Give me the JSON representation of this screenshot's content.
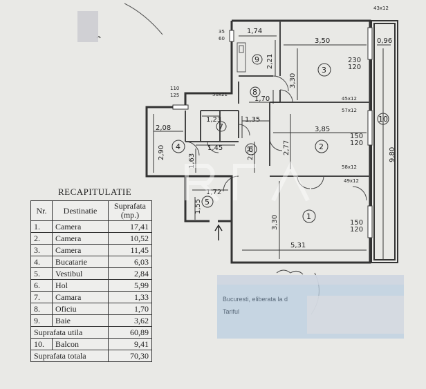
{
  "plan": {
    "dimensions": {
      "top_right": "43x12",
      "d_174": "1,74",
      "d_3560": "35\n60",
      "d_350": "3,50",
      "d_096": "0,96",
      "d_230_120": "230\n120",
      "d_221": "2,21",
      "d_330_top": "3,30",
      "d_110_125": "110\n125",
      "d_50x21": "50x21",
      "d_170": "1,70",
      "d_45x12": "45x12",
      "d_57x12": "57x12",
      "d_123": "1,23",
      "d_135": "1,35",
      "d_208": "2,08",
      "d_385": "3,85",
      "d_150_120_a": "150\n120",
      "d_980": "9,80",
      "d_290": "2,90",
      "d_145": "1,45",
      "d_163": "1,63",
      "d_271": "2,71",
      "d_277": "2,77",
      "d_58x12": "58x12",
      "d_49x12": "49x12",
      "d_172": "1,72",
      "d_155": "1,55",
      "d_330_bottom": "3,30",
      "d_150_120_b": "150\n120",
      "d_531": "5,31"
    },
    "rooms": [
      "1",
      "2",
      "3",
      "4",
      "5",
      "6",
      "7",
      "8",
      "9",
      "10"
    ]
  },
  "recap": {
    "title": "RECAPITULATIE",
    "headers": {
      "nr": "Nr.",
      "dest": "Destinatie",
      "area": "Suprafata\n(mp.)"
    },
    "rows": [
      {
        "nr": "1.",
        "dest": "Camera",
        "area": "17,41"
      },
      {
        "nr": "2.",
        "dest": "Camera",
        "area": "10,52"
      },
      {
        "nr": "3.",
        "dest": "Camera",
        "area": "11,45"
      },
      {
        "nr": "4.",
        "dest": "Bucatarie",
        "area": "6,03"
      },
      {
        "nr": "5.",
        "dest": "Vestibul",
        "area": "2,84"
      },
      {
        "nr": "6.",
        "dest": "Hol",
        "area": "5,99"
      },
      {
        "nr": "7.",
        "dest": "Camara",
        "area": "1,33"
      },
      {
        "nr": "8.",
        "dest": "Oficiu",
        "area": "1,70"
      },
      {
        "nr": "9.",
        "dest": "Baie",
        "area": "3,62"
      }
    ],
    "util_label": "Suprafata utila",
    "util_value": "60,89",
    "balcon_nr": "10.",
    "balcon_dest": "Balcon",
    "balcon_value": "9,41",
    "total_label": "Suprafata totala",
    "total_value": "70,30"
  },
  "stamp": {
    "line1": "Bucuresti, eliberata la d",
    "line2": "Tariful"
  }
}
